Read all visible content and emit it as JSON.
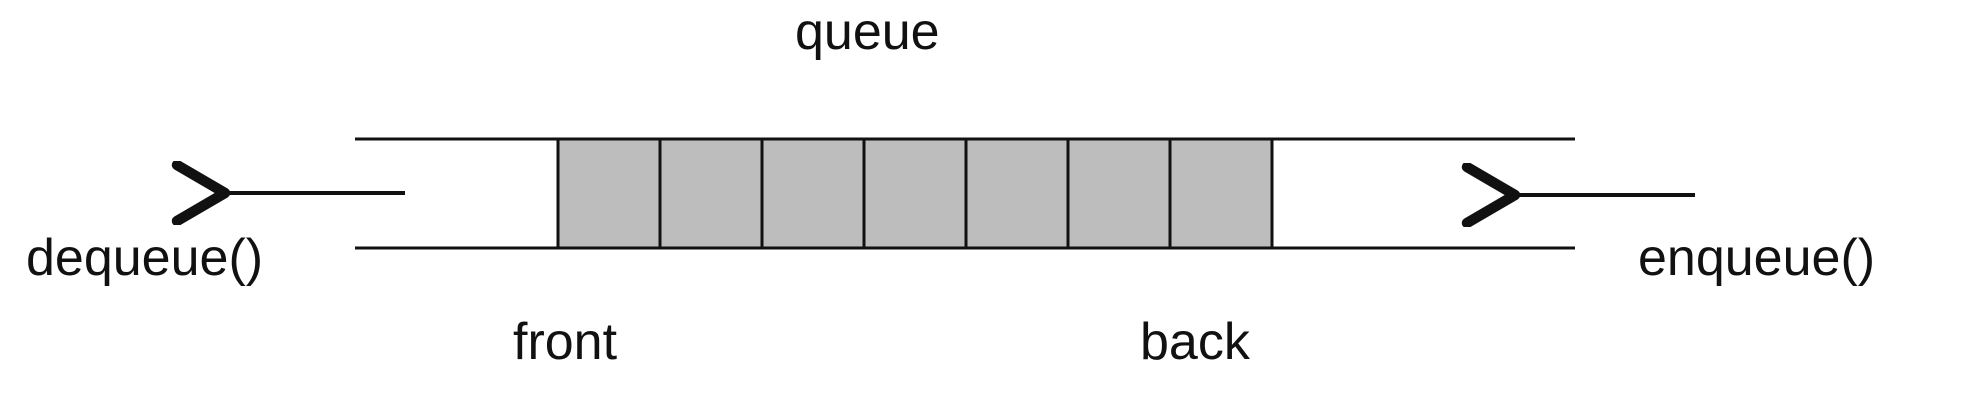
{
  "title": "queue",
  "operations": {
    "left": "dequeue()",
    "right": "enqueue()"
  },
  "ends": {
    "front": "front",
    "back": "back"
  },
  "queue": {
    "cell_count": 7,
    "cell_color": "#bdbdbd",
    "line_color": "#111111"
  }
}
